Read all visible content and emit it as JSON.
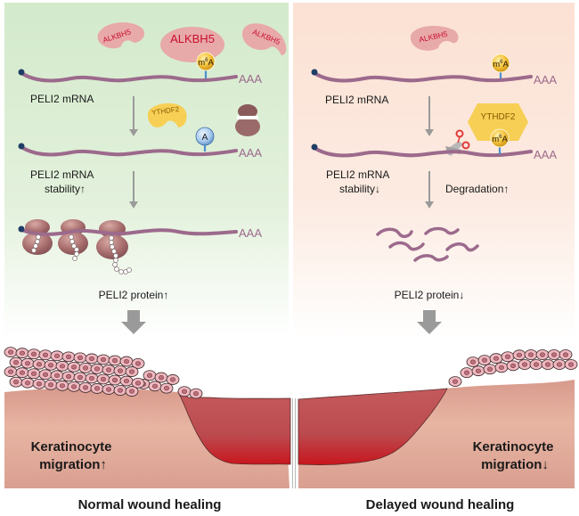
{
  "left_panel": {
    "name": "Normal wound healing",
    "background": "#d6ebcf",
    "enzymes": [
      "ALKBH5",
      "ALKBH5",
      "ALKBH5"
    ],
    "mrna_label_1": "PELI2 mRNA",
    "reader": "YTHDF2",
    "mark_demethylated": "A",
    "mrna_label_2_line1": "PELI2 mRNA",
    "mrna_label_2_line2": "stability↑",
    "protein_label": "PELI2 protein↑",
    "polyA": "AAA",
    "skin_line1": "Keratinocyte",
    "skin_line2": "migration↑",
    "caption": "Normal wound healing"
  },
  "right_panel": {
    "name": "Delayed wound healing",
    "background": "#fbe3d6",
    "enzyme": "ALKBH5",
    "mrna_label_1": "PELI2 mRNA",
    "reader": "YTHDF2",
    "mark_m6A_base": "m",
    "mark_m6A_sup": "6",
    "mark_m6A_tail": "A",
    "mrna_label_2_line1": "PELI2 mRNA",
    "mrna_label_2_line2": "stability↓",
    "degradation_label": "Degradation↑",
    "protein_label": "PELI2 protein↓",
    "polyA": "AAA",
    "skin_line1": "Keratinocyte",
    "skin_line2": "migration↓",
    "caption": "Delayed wound healing"
  },
  "m6A": {
    "base": "m",
    "sup": "6",
    "tail": "A"
  },
  "colors": {
    "mrna": "#9c6a8c",
    "cap": "#1f3d66",
    "enzyme": "#e8a9a9",
    "enzyme_text": "#c8102e",
    "reader": "#f7cf55",
    "reader_text": "#8a5a00",
    "m6A": "#f0b030",
    "adenosine": "#a8c8ea",
    "stem": "#4a90d0",
    "arrow": "#9a9a9a",
    "skin": "#e3a99a",
    "wound": "#b8343b",
    "cell": "#f0b8c0",
    "nucleus": "#b06070"
  }
}
